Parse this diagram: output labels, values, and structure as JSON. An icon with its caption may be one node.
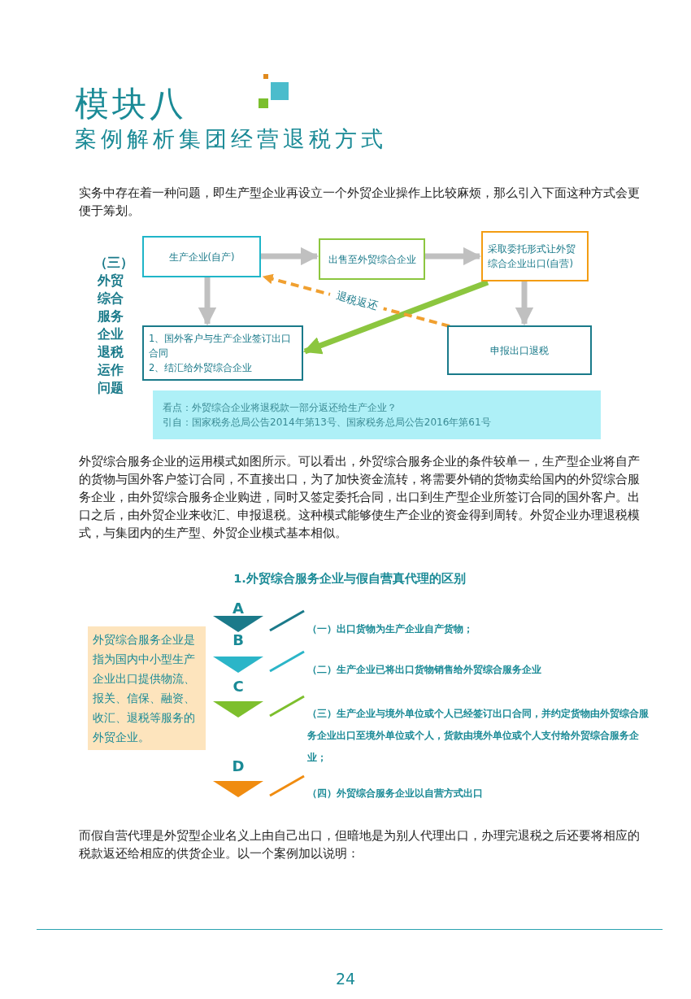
{
  "diagram": {
    "title": "模块八",
    "nodes": [
      {
        "text": [
          "生产企业(自产)"
        ]
      },
      {
        "text": [
          "出售至外贸综合企业"
        ]
      },
      {
        "text": [
          "采取委托形式让外贸综合企业出口(自营)"
        ]
      },
      {
        "text": [
          "1、国外客户与生产企业签订出口合同",
          "2、结汇给外贸综合企业"
        ]
      },
      {
        "text": [
          "申报出口退税"
        ]
      },
      {
        "text": [
          "看点：外贸综合企业将退税款一部分返还给生产企业？",
          "引自：国家税务总局公告2014年第13号、国家税务总局公告2016年第61号"
        ]
      },
      {
        "text": [
          "外贸综合服务企业是指为国内中小型生产企业出口提供物流、报关、信保、融资、收汇、退税等服务的外贸企业。"
        ]
      },
      {
        "text": [
          "A"
        ],
        "beside": [
          "（一）出口货物为生产企业自产货物；"
        ]
      },
      {
        "text": [
          "B"
        ],
        "beside": [
          "（二）生产企业已将出口货物销售给外贸综合服务企业"
        ]
      },
      {
        "text": [
          "C"
        ],
        "beside": [
          "（三）生产企业与境外单位或个人已经签订出口合同，并约定货物由外贸综合服务企业出口至境外单位或个人，货款由境外单位或个人支付给外贸综合服务企业；"
        ]
      },
      {
        "text": [
          "D"
        ],
        "beside": [
          "（四）外贸综合服务企业以自营方式出口"
        ]
      }
    ],
    "edges": [
      {
        "from": 0,
        "to": 1,
        "arrow": "to"
      },
      {
        "from": 1,
        "to": 2,
        "arrow": "to"
      },
      {
        "from": 0,
        "to": 3,
        "arrow": "to"
      },
      {
        "from": 2,
        "to": 4,
        "arrow": "to"
      },
      {
        "from": 2,
        "to": 3,
        "arrow": "to",
        "color": "#8cc63f"
      },
      {
        "from": 4,
        "to": 0,
        "arrow": "to",
        "label": "退税返还",
        "style": "dashed",
        "color": "#f0a030"
      }
    ],
    "labels": [
      "案例解析集团经营退税方式",
      "实务中存在着一种问题，即生产型企业再设立一个外贸企业操作上比较麻烦，那么引入下面这种方式会更便于筹划。",
      "（三）外贸综合服务企业退税运作问题",
      "外贸综合服务企业的运用模式如图所示。可以看出，外贸综合服务企业的条件较单一，生产型企业将自产的货物与国外客户签订合同，不直接出口，为了加快资金流转，将需要外销的货物卖给国内的外贸综合服务企业，由外贸综合服务企业购进，同时又签定委托合同，出口到生产型企业所签订合同的国外客户。出口之后，由外贸企业来收汇、申报退税。这种模式能够使生产企业的资金得到周转。外贸企业办理退税模式，与集团内的生产型、外贸企业模式基本相似。",
      "1.外贸综合服务企业与假自营真代理的区别",
      "而假自营代理是外贸型企业名义上由自己出口，但暗地是为别人代理出口，办理完退税之后还要将相应的税款返还给相应的供货企业。以一个案例加以说明：",
      "24"
    ]
  }
}
